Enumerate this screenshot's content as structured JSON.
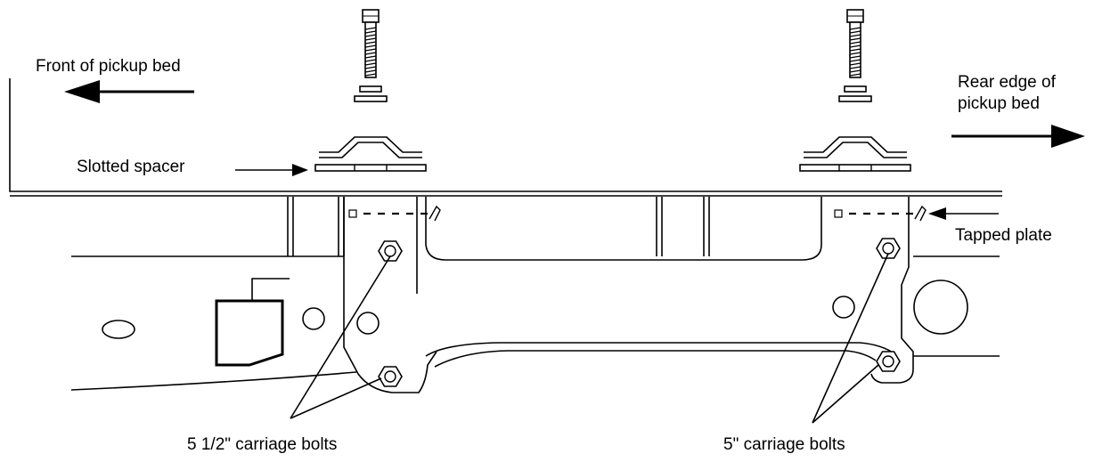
{
  "labels": {
    "front": "Front of pickup bed",
    "rear_line1": "Rear edge of",
    "rear_line2": "pickup bed",
    "spacer": "Slotted spacer",
    "plate": "Tapped plate",
    "bolts_long": "5 1/2\" carriage bolts",
    "bolts_short": "5\" carriage bolts"
  },
  "colors": {
    "ink": "#000000",
    "background": "#ffffff"
  }
}
